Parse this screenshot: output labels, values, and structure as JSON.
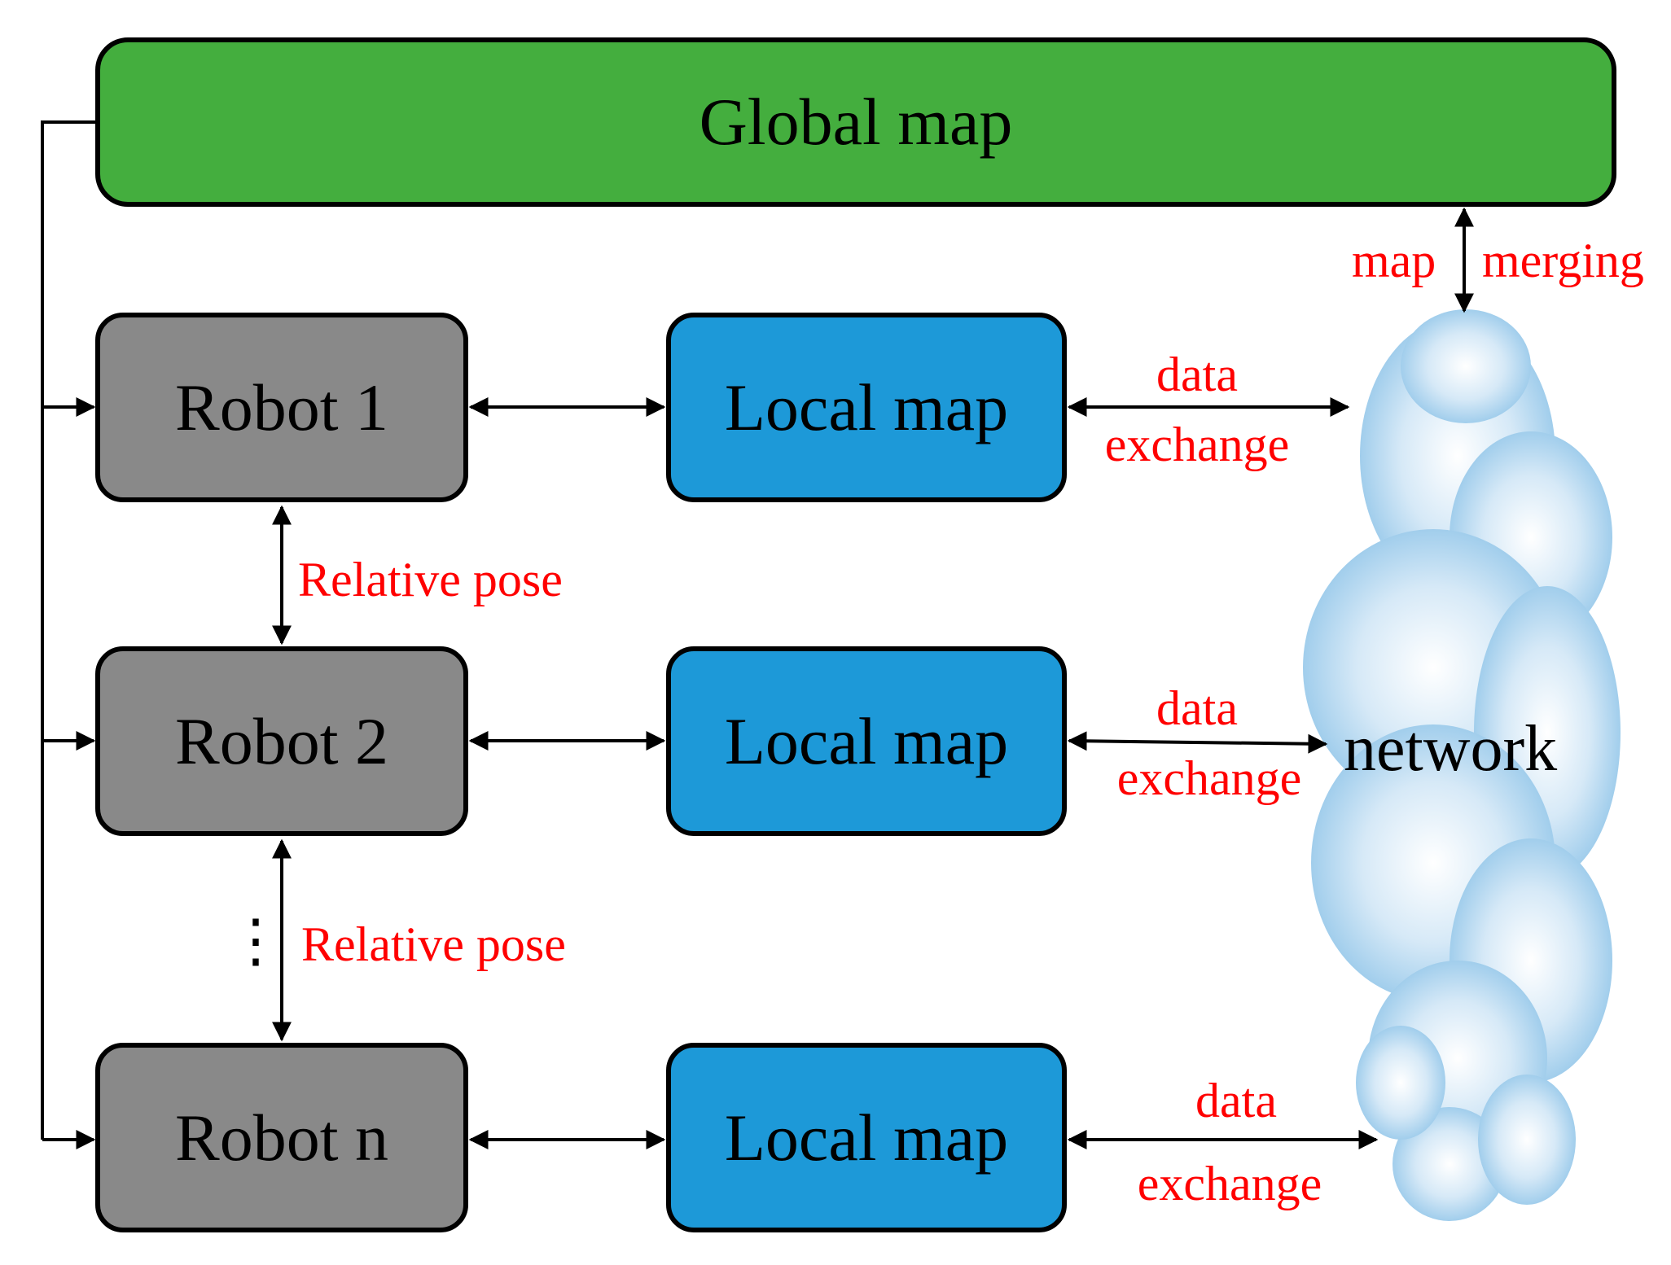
{
  "global_map": {
    "label": "Global map"
  },
  "robots": [
    {
      "label": "Robot 1"
    },
    {
      "label": "Robot 2"
    },
    {
      "label": "Robot n"
    }
  ],
  "local_maps": [
    {
      "label": "Local map"
    },
    {
      "label": "Local map"
    },
    {
      "label": "Local map"
    }
  ],
  "relative_pose_labels": [
    "Relative pose",
    "Relative pose"
  ],
  "data_exchange_labels": [
    {
      "line1": "data",
      "line2": "exchange"
    },
    {
      "line1": "data",
      "line2": "exchange"
    },
    {
      "line1": "data",
      "line2": "exchange"
    }
  ],
  "map_merging": {
    "left": "map",
    "right": "merging"
  },
  "network": {
    "label": "network"
  },
  "ellipsis": "⋮",
  "colors": {
    "global": "#44ae3e",
    "robot": "#898989",
    "local": "#1d99d8",
    "annotation": "#ff0000",
    "cloud_edge": "#4a9fd8",
    "cloud_center": "#ffffff"
  }
}
